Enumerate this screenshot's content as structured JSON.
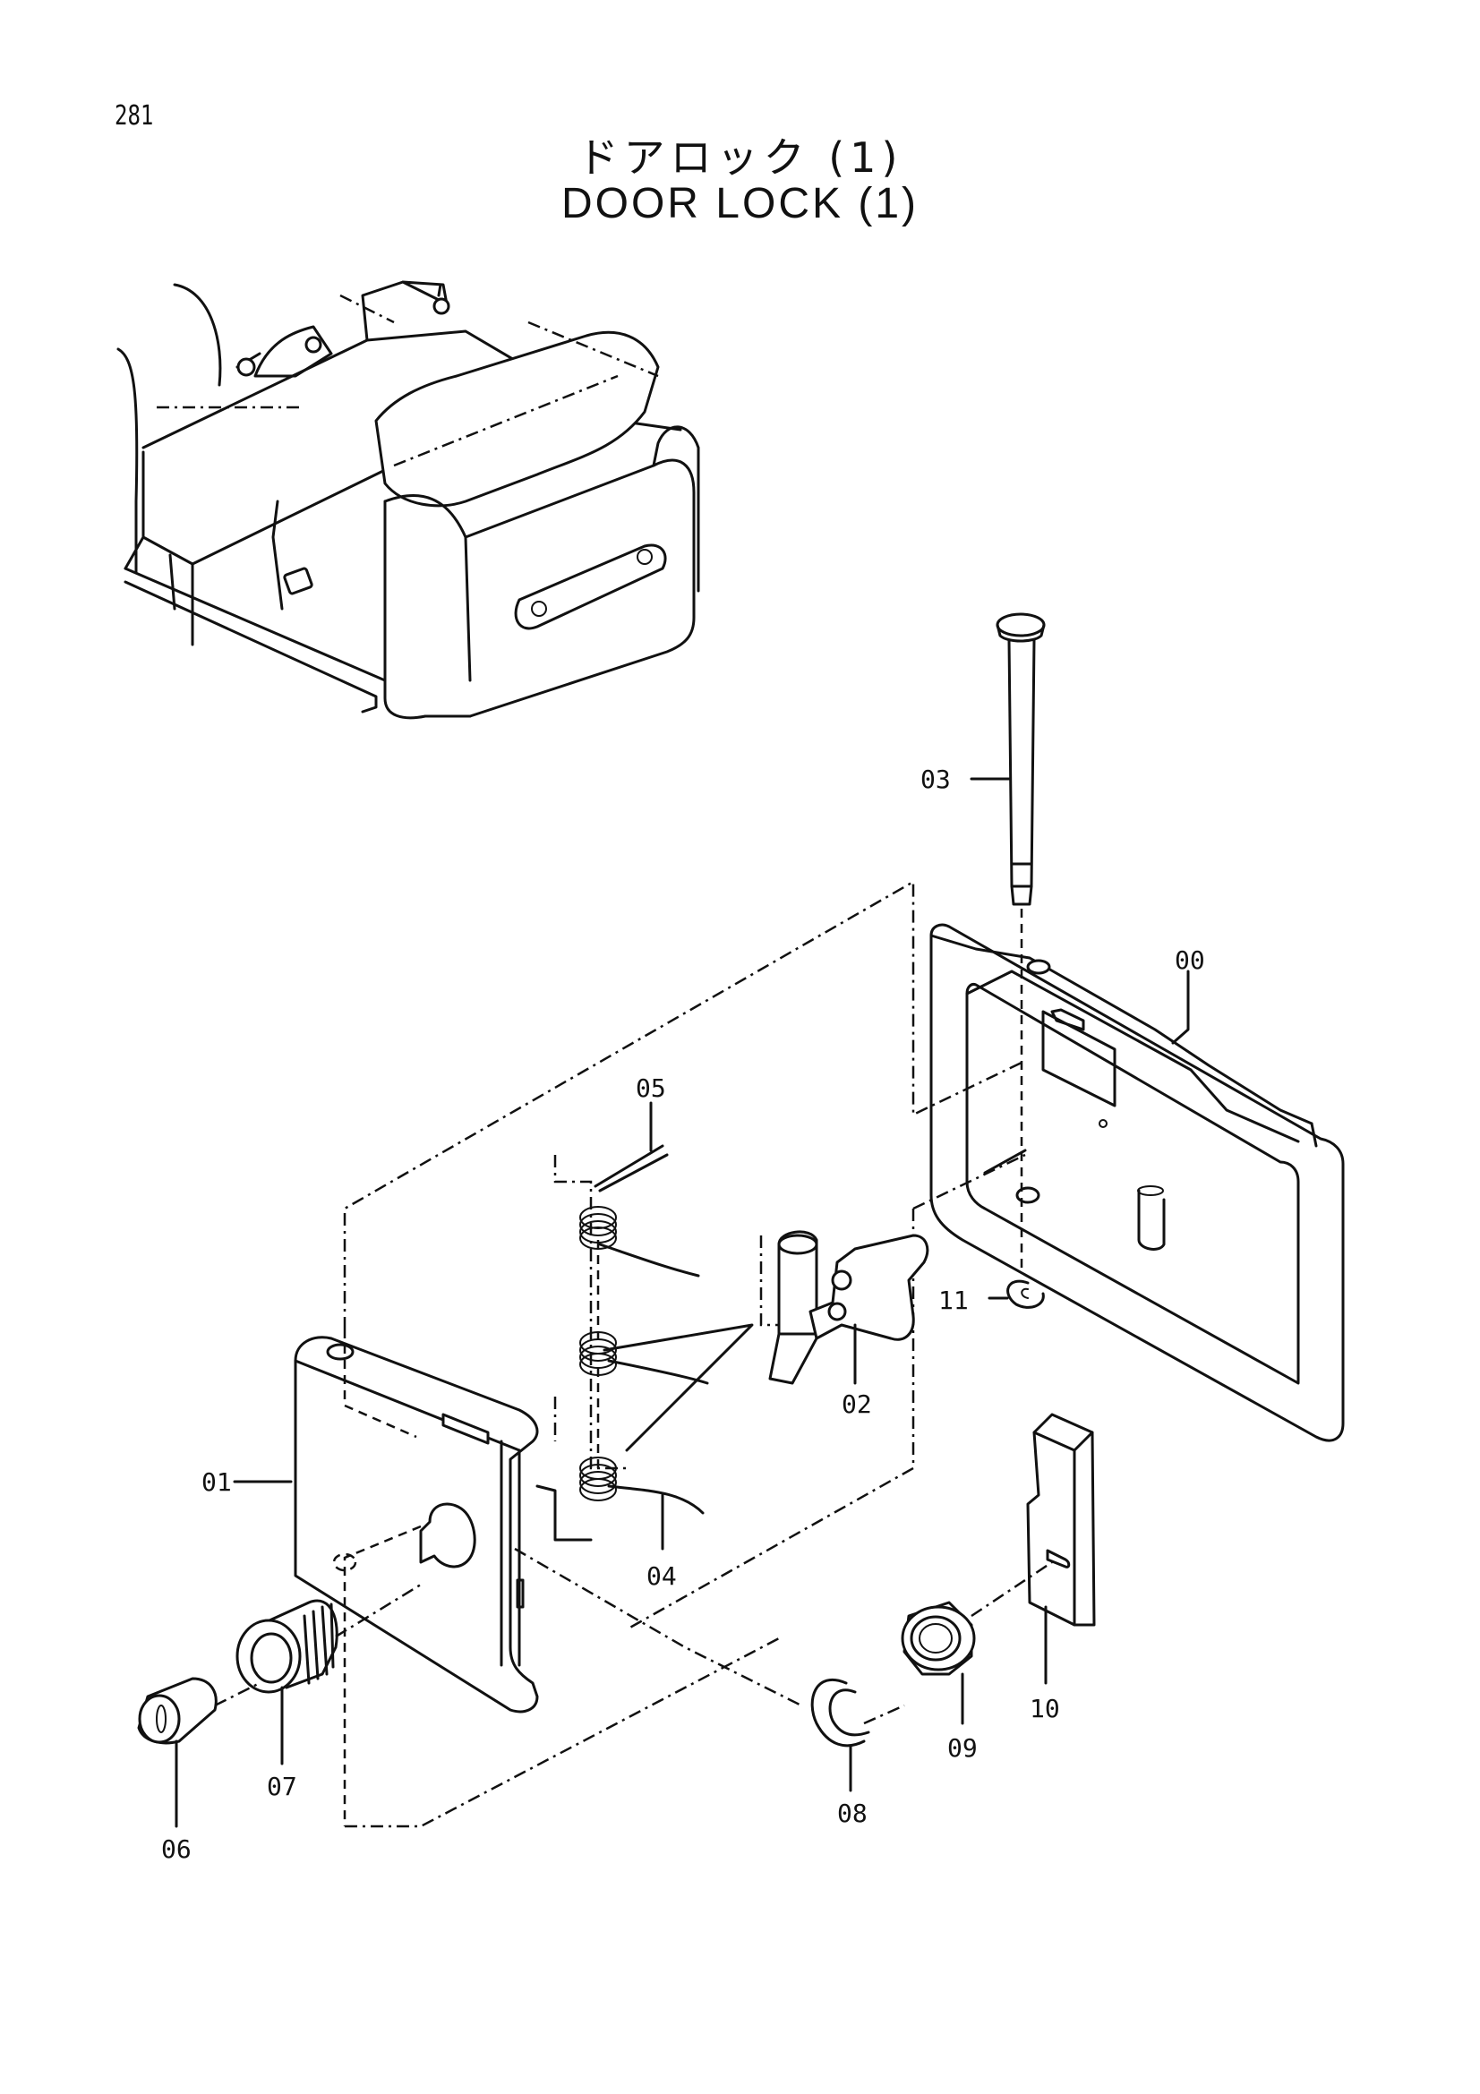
{
  "page_number": "281",
  "title_jp": "ドアロック (1)",
  "title_en": "DOOR LOCK (1)",
  "callouts": {
    "p00": "00",
    "p01": "01",
    "p02": "02",
    "p03": "03",
    "p04": "04",
    "p05": "05",
    "p06": "06",
    "p07": "07",
    "p08": "08",
    "p09": "09",
    "p10": "10",
    "p11": "11"
  }
}
